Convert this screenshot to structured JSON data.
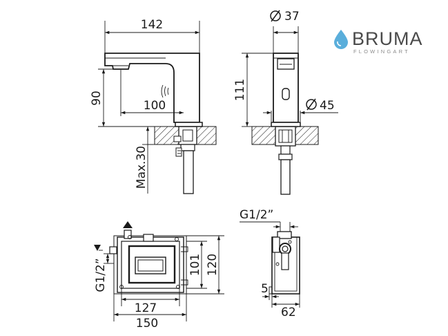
{
  "brand": {
    "name": "BRUMA",
    "tagline": "FLOWINGART",
    "accent": "#5aaedb"
  },
  "dimensions": {
    "side_spout_length": "142",
    "side_height": "90",
    "side_reach": "100",
    "side_deck_thickness": "Max.30",
    "front_diameter_body": "37",
    "front_height": "111",
    "front_diameter_base": "45",
    "box_thread_side": "G1/2”",
    "box_inner_width": "127",
    "box_outer_width": "150",
    "box_inner_height": "101",
    "box_outer_height": "120",
    "box_thread_top": "G1/2”",
    "box_wall_offset": "5",
    "box_depth": "62"
  },
  "symbols": {
    "diameter": "diameter-symbol",
    "flow_in_top": "flow-arrow-up",
    "flow_in_side": "flow-arrow-down"
  }
}
